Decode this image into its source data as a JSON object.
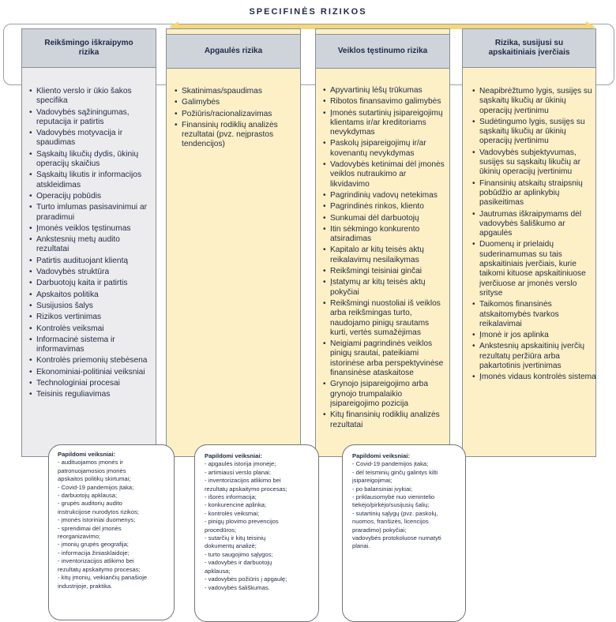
{
  "title": "SPECIFINĖS RIZIKOS",
  "colors": {
    "header": "#cfd3da",
    "col_gray": "#ececee",
    "col_yellow": "#fdf0c6",
    "arrow": "#f3d77a"
  },
  "columns": [
    {
      "header": [
        "Reikšmingo iškraipymo",
        "rizika"
      ],
      "items": [
        "Kliento verslo ir ūkio šakos specifika",
        "Vadovybės sąžiningumas, reputacija ir patirtis",
        "Vadovybės motyvacija ir spaudimas",
        "Sąskaitų likučių dydis, ūkinių operacijų skaičius",
        "Sąskaitų likutis ir informacijos atskleidimas",
        "Operacijų pobūdis",
        "Turto imlumas pasisavinimui ar praradimui",
        "Įmonės veiklos tęstinumas",
        "Ankstesnių metų audito rezultatai",
        "Patirtis audituojant klientą",
        "Vadovybės struktūra",
        "Darbuotojų kaita ir patirtis",
        "Apskaitos politika",
        "Susijusios šalys",
        "Rizikos vertinimas",
        "Kontrolės veiksmai",
        "Informacinė sistema ir informavimas",
        "Kontrolės priemonių stebėsena",
        "Ekonominiai-politiniai veiksniai",
        "Technologiniai procesai",
        "Teisinis reguliavimas"
      ]
    },
    {
      "header": [
        "Apgaulės rizika"
      ],
      "items": [
        "Skatinimas/spaudimas",
        "Galimybės",
        "Požiūris/racionalizavimas",
        "Finansinių rodiklių analizės rezultatai (pvz. neįprastos tendencijos)"
      ]
    },
    {
      "header": [
        "Veiklos tęstinumo rizika"
      ],
      "items": [
        "Apyvartinių lėšų trūkumas",
        "Ribotos finansavimo galimybės",
        "Įmonės sutartinių įsipareigojimų klientams ir/ar kreditoriams nevykdymas",
        "Paskolų įsipareigojimų ir/ar kovenantų nevykdymas",
        "Vadovybės ketinimai dėl įmonės veiklos nutraukimo ar likvidavimo",
        "Pagrindinių vadovų netekimas",
        "Pagrindinės rinkos, kliento",
        "Sunkumai dėl darbuotojų",
        "Itin sėkmingo konkurento atsiradimas",
        "Kapitalo ar kitų teisės aktų reikalavimų nesilaikymas",
        "Reikšmingi teisiniai ginčai",
        "Įstatymų ar kitų teisės aktų pokyčiai",
        "Reikšmingi nuostoliai iš veiklos arba reikšmingas turto, naudojamo pinigų srautams kurti, vertės sumažėjimas",
        "Neigiami pagrindinės veiklos pinigų srautai, pateikiami istorinėse arba perspektyvinėse finansinėse ataskaitose",
        "Grynojo įsipareigojimo arba grynojo trumpalaikio įsipareigojimo pozicija",
        "Kitų finansinių rodiklių analizės rezultatai"
      ]
    },
    {
      "header": [
        "Rizika, susijusi su",
        "apskaitiniais įverčiais"
      ],
      "items": [
        "Neapibrėžtumo lygis, susijęs su sąskaitų likučių ar ūkinių operacijų įvertinimu",
        "Sudėtingumo lygis, susijęs su sąskaitų likučių ar ūkinių operacijų įvertinimu",
        "Vadovybės subjektyvumas, susijęs su sąskaitų likučių ar ūkinių operacijų įvertinimu",
        "Finansinių atskaitų straipsnių pobūdžio ar aplinkybių pasikeitimas",
        "Jautrumas iškraipymams dėl vadovybės šališkumo ar apgaulės",
        "Duomenų ir prielaidų suderinamumas su tais apskaitiniais įverčiais, kurie taikomi kituose apskaitiniuose įverčiuose ar įmonės verslo srityse",
        "Taikomos finansinės atskaitomybės tvarkos reikalavimai",
        "Įmonė ir jos aplinka",
        "Ankstesnių apskaitinių įverčių rezultatų peržiūra arba pakartotinis įvertinimas",
        "Įmonės vidaus kontrolės sistema"
      ]
    }
  ],
  "notes": [
    {
      "title": "Papildomi veiksniai:",
      "lines": [
        "- audituojamos įmonės ir",
        "patronuojamosios įmonės",
        "apskaitos politikų skirtumai;",
        "- Covid-19 pandemijos įtaka;",
        "- darbuotojų apklausa;",
        "- grupės auditorių audito",
        "instrukcijose nurodytos rizikos;",
        "- įmonės istoriniai duomenys;",
        "- sprendimai dėl įmonės",
        "reorganizavimo;",
        "- įmonių grupės geografija;",
        "- informacija žiniasklaidoje;",
        "- inventorizacijos atlikimo bei",
        "rezultatų apskaitymo procesas;",
        "- kitų įmonių, veikiančių panašioje",
        "industrijoje, praktika."
      ]
    },
    {
      "title": "Papildomi veiksniai:",
      "lines": [
        "- apgaulės istorija įmonėje;",
        "- artimiausi verslo planai;",
        "- inventorizacijos atlikimo bei",
        "rezultatų apskaitymo procesas;",
        "- išorės informacija;",
        "- konkurencinė aplinka;",
        "- kontrolės veiksmai;",
        "- pinigų plovimo prevencijos",
        "procedūros;",
        "- sutarčių ir kitų teisinių",
        "dokumentų analizė;",
        "- turto saugojimo sąlygos;",
        "- vadovybės ir darbuotojų",
        "apklausa;",
        "- vadovybės požiūris į apgaulę;",
        "- vadovybės šališkumas."
      ]
    },
    {
      "title": "Papildomi veiksniai:",
      "lines": [
        "- Covid-19 pandemijos įtaka;",
        "- dėl teisminių ginčų galintys kilti",
        "įsipareigojimai;",
        "- po balansiniai įvykiai;",
        "- priklausomybė nuo vienintelio",
        "tiekėjo/pirkėjo/susijusių šalių;",
        "- sutartinių sąlygų (pvz. paskolų,",
        "nuomos, franšizės, licencijos",
        "praradimo) pokyčiai;",
        "vadovybės protokoluose numatyti",
        "planai."
      ]
    }
  ]
}
